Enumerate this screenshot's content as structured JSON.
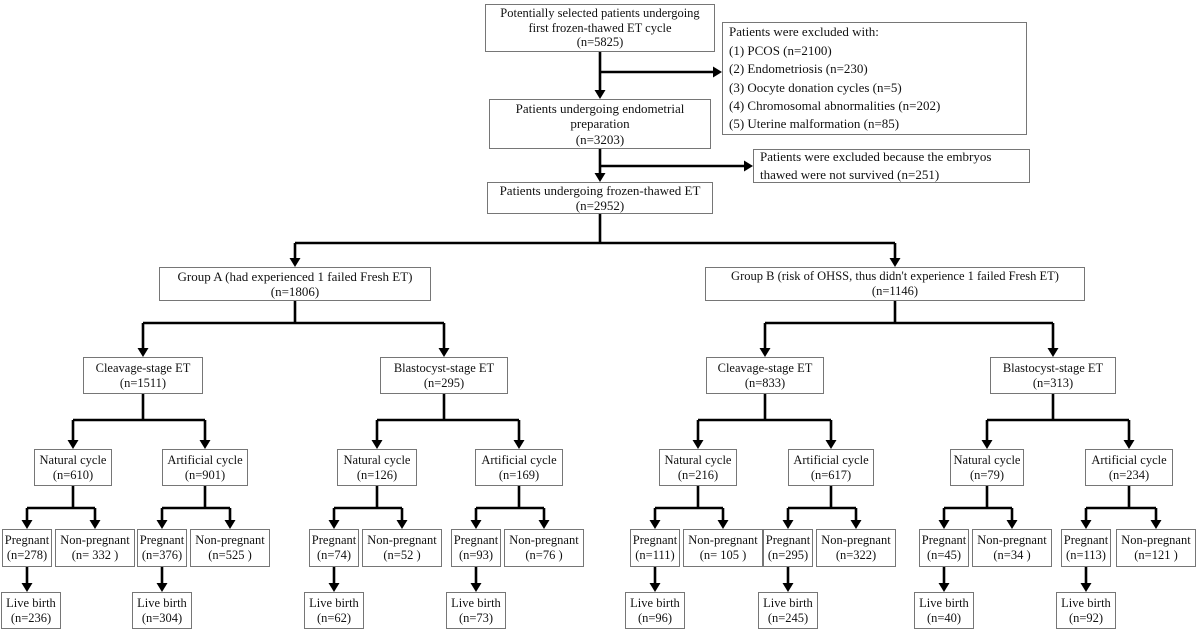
{
  "figure": {
    "type": "patient-selection-flowchart",
    "colors": {
      "line": "#000000",
      "box_border": "#767676",
      "text": "#111111",
      "background": "#ffffff"
    }
  },
  "nodes": {
    "selected": {
      "lines": [
        "Potentially selected patients undergoing",
        "first frozen-thawed ET cycle",
        "(n=5825)"
      ]
    },
    "excluded1": {
      "lines": [
        "Patients were excluded with:",
        "(1) PCOS (n=2100)",
        "(2) Endometriosis (n=230)",
        "(3) Oocyte donation cycles (n=5)",
        "(4) Chromosomal abnormalities (n=202)",
        "(5) Uterine malformation (n=85)"
      ]
    },
    "prep": {
      "lines": [
        "Patients undergoing endometrial",
        "preparation",
        "(n=3203)"
      ]
    },
    "excluded2": {
      "lines": [
        "Patients were excluded because the embryos",
        "thawed were not survived (n=251)"
      ]
    },
    "fet": {
      "lines": [
        "Patients undergoing frozen-thawed  ET",
        "(n=2952)"
      ]
    },
    "groupA": {
      "lines": [
        "Group A (had experienced 1 failed Fresh ET)",
        "(n=1806)"
      ]
    },
    "groupB": {
      "lines": [
        "Group B  (risk of OHSS, thus didn't experience 1 failed Fresh ET)",
        "(n=1146)"
      ]
    },
    "cleavageA": {
      "lines": [
        "Cleavage-stage ET",
        "(n=1511)"
      ]
    },
    "blastocystA": {
      "lines": [
        "Blastocyst-stage ET",
        "(n=295)"
      ]
    },
    "cleavageB": {
      "lines": [
        "Cleavage-stage ET",
        "(n=833)"
      ]
    },
    "blastocystB": {
      "lines": [
        "Blastocyst-stage ET",
        "(n=313)"
      ]
    },
    "naturalA1": {
      "lines": [
        "Natural cycle",
        "(n=610)"
      ]
    },
    "artificialA1": {
      "lines": [
        "Artificial cycle",
        "(n=901)"
      ]
    },
    "naturalA2": {
      "lines": [
        "Natural cycle",
        "(n=126)"
      ]
    },
    "artificialA2": {
      "lines": [
        "Artificial cycle",
        "(n=169)"
      ]
    },
    "naturalB1": {
      "lines": [
        "Natural cycle",
        "(n=216)"
      ]
    },
    "artificialB1": {
      "lines": [
        "Artificial cycle",
        "(n=617)"
      ]
    },
    "naturalB2": {
      "lines": [
        "Natural cycle",
        "(n=79)"
      ]
    },
    "artificialB2": {
      "lines": [
        "Artificial cycle",
        "(n=234)"
      ]
    },
    "preg1": {
      "lines": [
        "Pregnant",
        "(n=278)"
      ]
    },
    "non1": {
      "lines": [
        "Non-pregnant",
        "(n= 332 )"
      ]
    },
    "preg2": {
      "lines": [
        "Pregnant",
        "(n=376)"
      ]
    },
    "non2": {
      "lines": [
        "Non-pregnant",
        "(n=525 )"
      ]
    },
    "preg3": {
      "lines": [
        "Pregnant",
        "(n=74)"
      ]
    },
    "non3": {
      "lines": [
        "Non-pregnant",
        "(n=52 )"
      ]
    },
    "preg4": {
      "lines": [
        "Pregnant",
        "(n=93)"
      ]
    },
    "non4": {
      "lines": [
        "Non-pregnant",
        "(n=76 )"
      ]
    },
    "preg5": {
      "lines": [
        "Pregnant",
        "(n=111)"
      ]
    },
    "non5": {
      "lines": [
        "Non-pregnant",
        "(n= 105 )"
      ]
    },
    "preg6": {
      "lines": [
        "Pregnant",
        "(n=295)"
      ]
    },
    "non6": {
      "lines": [
        "Non-pregnant",
        "(n=322)"
      ]
    },
    "preg7": {
      "lines": [
        "Pregnant",
        "(n=45)"
      ]
    },
    "non7": {
      "lines": [
        "Non-pregnant",
        "(n=34 )"
      ]
    },
    "preg8": {
      "lines": [
        "Pregnant",
        "(n=113)"
      ]
    },
    "non8": {
      "lines": [
        "Non-pregnant",
        "(n=121 )"
      ]
    },
    "live1": {
      "lines": [
        "Live birth",
        "(n=236)"
      ]
    },
    "live2": {
      "lines": [
        "Live birth",
        "(n=304)"
      ]
    },
    "live3": {
      "lines": [
        "Live birth",
        "(n=62)"
      ]
    },
    "live4": {
      "lines": [
        "Live birth",
        "(n=73)"
      ]
    },
    "live5": {
      "lines": [
        "Live birth",
        "(n=96)"
      ]
    },
    "live6": {
      "lines": [
        "Live birth",
        "(n=245)"
      ]
    },
    "live7": {
      "lines": [
        "Live birth",
        "(n=40)"
      ]
    },
    "live8": {
      "lines": [
        "Live birth",
        "(n=92)"
      ]
    }
  }
}
